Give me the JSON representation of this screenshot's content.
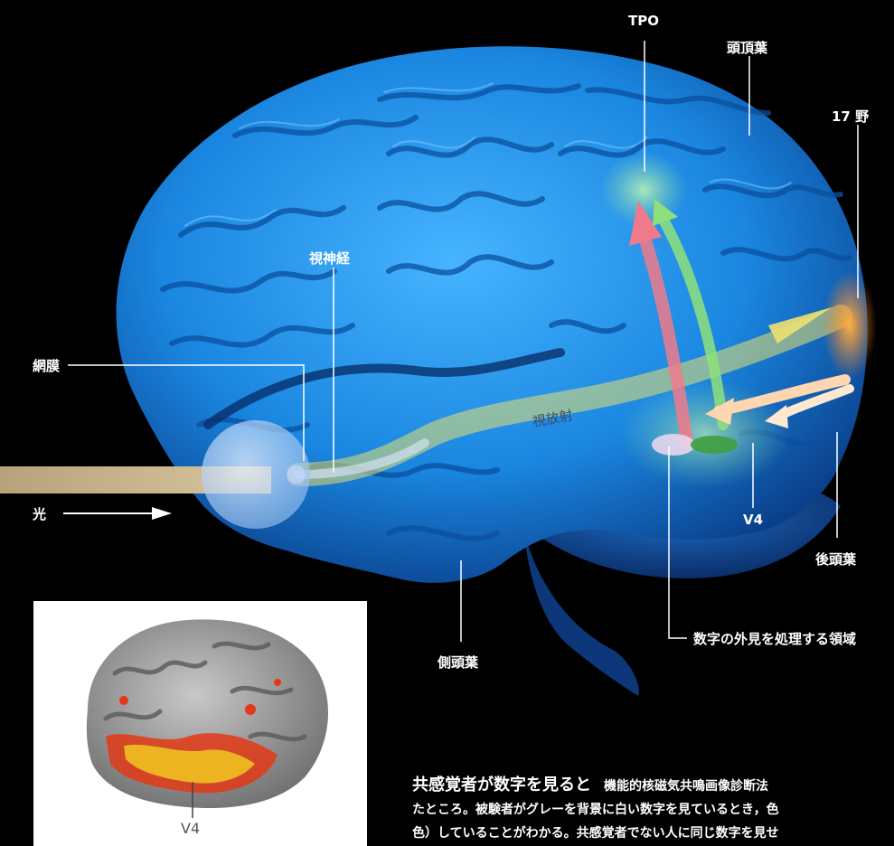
{
  "labels": {
    "tpo": "TPO",
    "parietal": "頭頂葉",
    "area17": "17 野",
    "optic_nerve": "視神経",
    "retina": "網膜",
    "optic_radiation": "視放射",
    "light": "光",
    "v4": "V4",
    "occipital": "後頭葉",
    "temporal": "側頭葉",
    "number_area": "数字の外見を処理する領域"
  },
  "inset": {
    "label": "V4"
  },
  "caption": {
    "heading": "共感覚者が数字を見ると",
    "lead": "機能的核磁気共鳴画像診断法",
    "line2": "たところ。被験者がグレーを背景に白い数字を見ているとき，色",
    "line3": "色）していることがわかる。共感覚者でない人に同じ数字を見せ"
  },
  "colors": {
    "background": "#000000",
    "brain": "#1e8fe6",
    "pathway_yellow": "#e8e070",
    "arrow_pink": "#f07a8a",
    "arrow_green": "#8ee07a",
    "area17_orange": "#f0902a"
  }
}
